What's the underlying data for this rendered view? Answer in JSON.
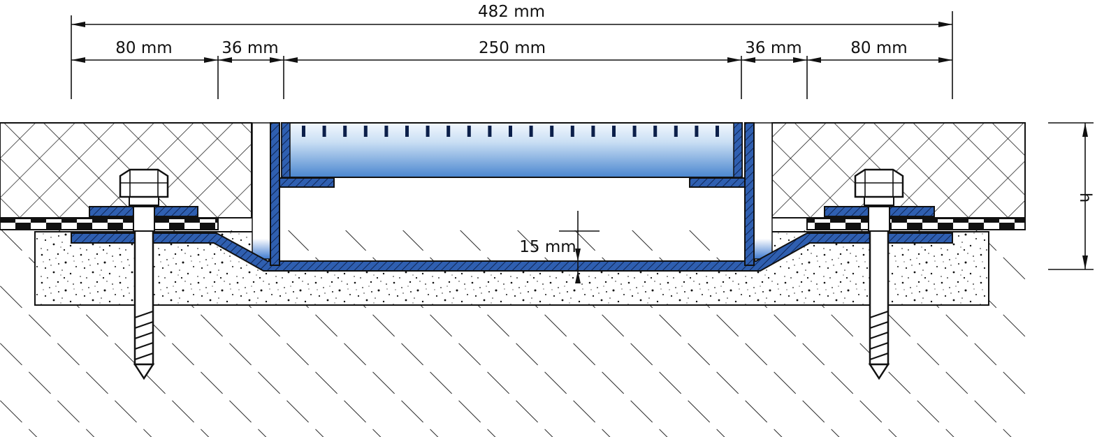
{
  "dimensions": {
    "overall": "482 mm",
    "left_flange": "80 mm",
    "left_gap": "36 mm",
    "channel_width": "250 mm",
    "right_gap": "36 mm",
    "right_flange": "80 mm",
    "floor_thickness": "15 mm",
    "height_label": "h"
  },
  "colors": {
    "steel_blue": "#2f5fb0",
    "grate_light": "#e4eef9",
    "grate_dark": "#4a86cf",
    "line": "#111111"
  }
}
